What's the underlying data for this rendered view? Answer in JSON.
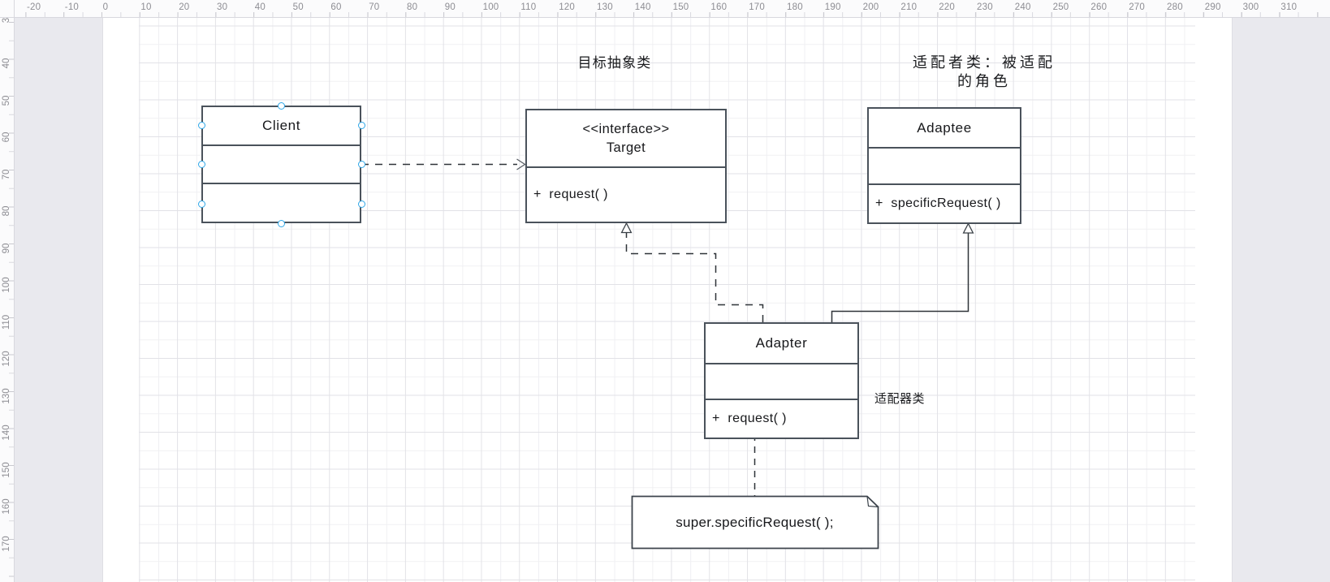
{
  "app": {
    "description": "Diagram editor canvas showing a UML Adapter design-pattern class diagram with rulers and grid"
  },
  "colors": {
    "shape_border": "#4a525b",
    "selection_handle": "#2fa7e8",
    "offpage_background": "#e9e9ee",
    "grid_major": "#e2e2e7",
    "grid_minor": "#f0f0f3",
    "ruler_text": "#8d8d93",
    "text": "#17181b"
  },
  "rulers": {
    "top": {
      "values": [
        "-20",
        "-10",
        "0",
        "10",
        "20",
        "30",
        "40",
        "50",
        "60",
        "70",
        "80",
        "90",
        "100",
        "110",
        "120",
        "130",
        "140",
        "150",
        "160",
        "170",
        "180",
        "190",
        "200",
        "210",
        "220",
        "230",
        "240",
        "250",
        "260",
        "270",
        "280",
        "290",
        "300",
        "310"
      ]
    },
    "left": {
      "values": [
        "3",
        "40",
        "50",
        "60",
        "70",
        "80",
        "90",
        "100",
        "110",
        "120",
        "130",
        "140",
        "150",
        "160",
        "170"
      ]
    }
  },
  "diagram": {
    "classes": {
      "client": {
        "name": "Client"
      },
      "target": {
        "stereotype": "<<interface>>",
        "name": "Target",
        "method": "+  request( )"
      },
      "adaptee": {
        "name": "Adaptee",
        "method": "+  specificRequest( )"
      },
      "adapter": {
        "name": "Adapter",
        "method": "+  request( )"
      }
    },
    "note": {
      "text": "super.specificRequest( );"
    },
    "labels": {
      "target_annotation": "目标抽象类",
      "adaptee_annotation_line1": "适配者类：被适配",
      "adaptee_annotation_line2": "的角色",
      "adapter_annotation": "适配器类"
    }
  }
}
